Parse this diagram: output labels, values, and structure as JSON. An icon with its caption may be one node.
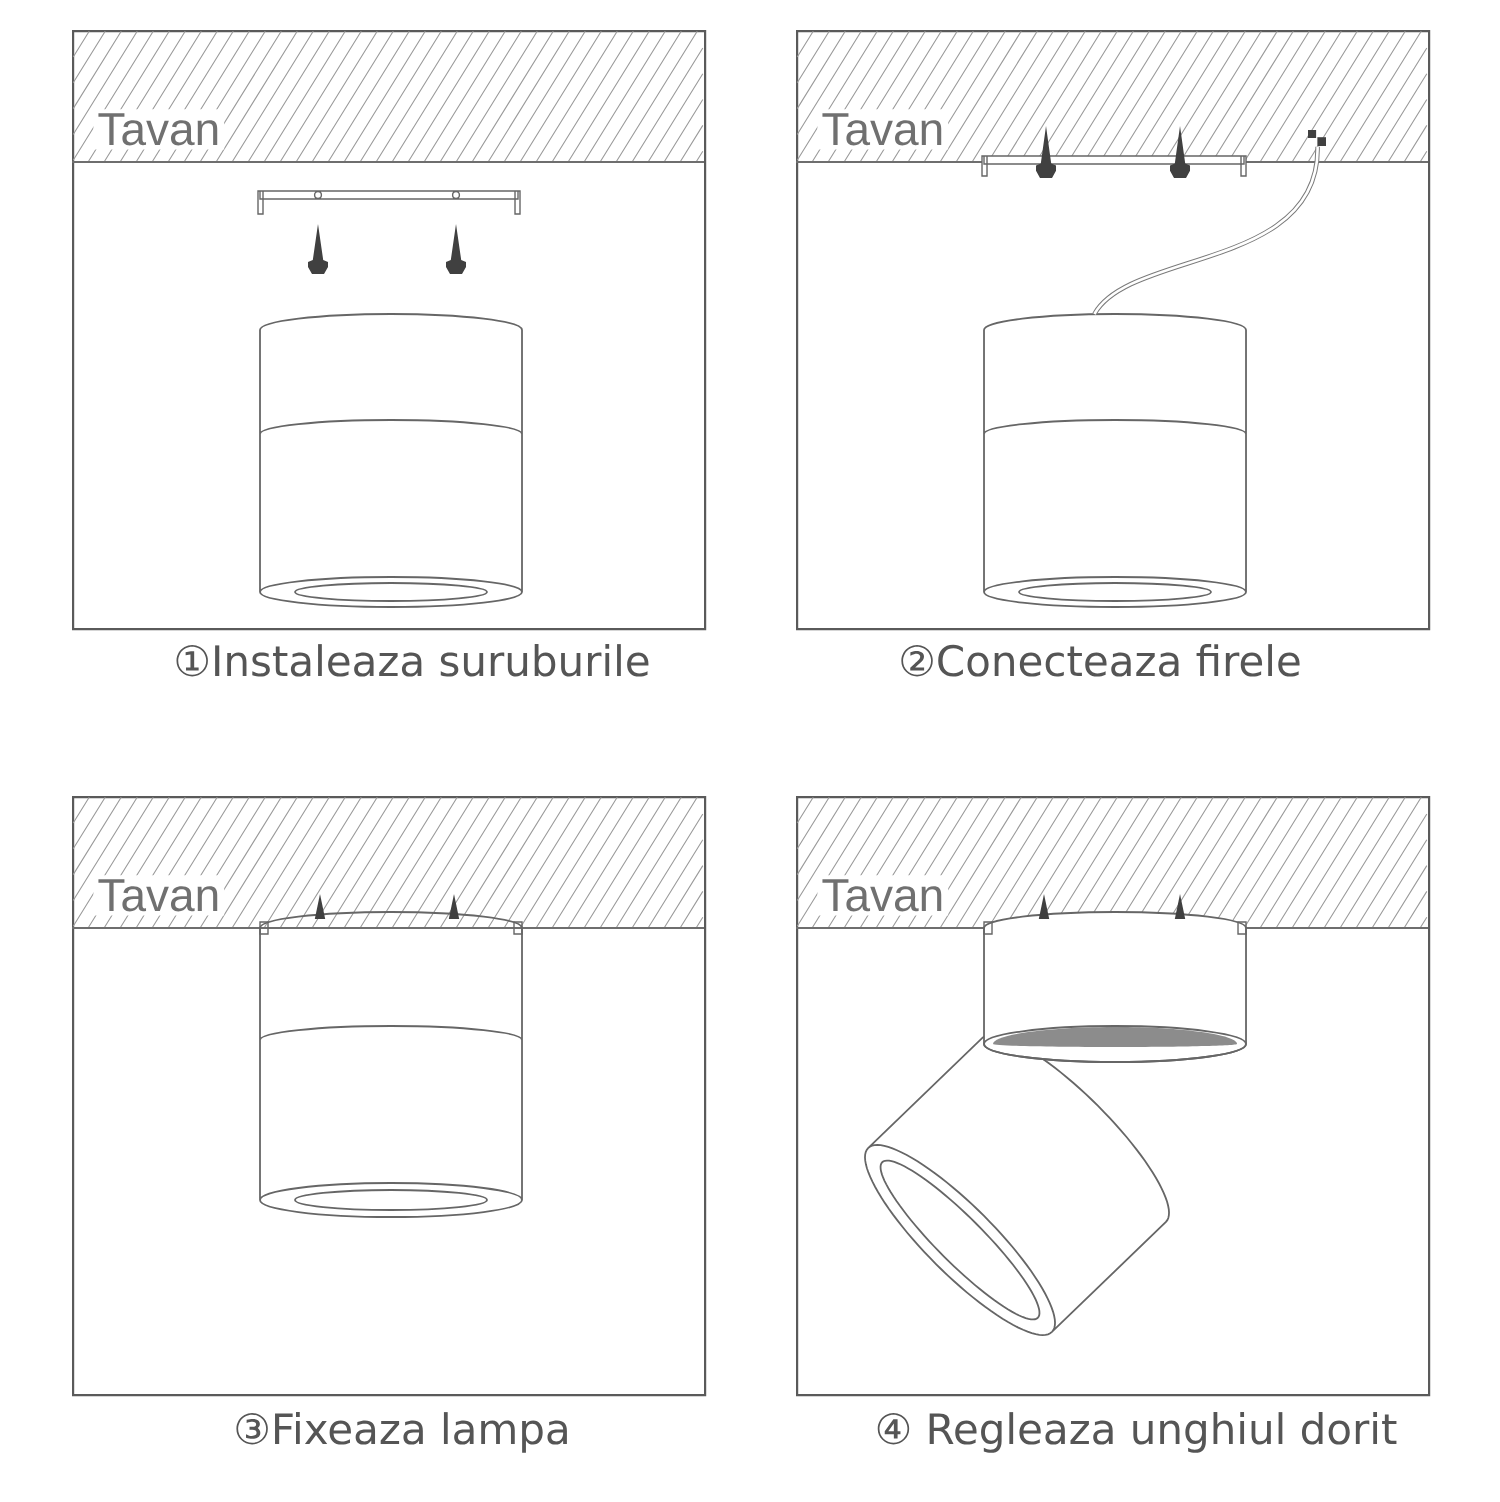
{
  "diagram": {
    "nodes": [
      {
        "text": [],
        "shape": "box",
        "beside": [
          "①Instaleaza suruburile"
        ]
      },
      {
        "text": [
          "Tavan"
        ],
        "in": 0
      },
      {
        "text": [],
        "shape": "box",
        "beside": [
          "②Conecteaza firele"
        ]
      },
      {
        "text": [
          "Tavan"
        ],
        "in": 2
      },
      {
        "text": [],
        "shape": "box",
        "in": 3
      },
      {
        "text": [],
        "shape": "cylinder",
        "in": 2
      },
      {
        "text": [],
        "shape": "box",
        "beside": [
          "③Fixeaza lampa"
        ]
      },
      {
        "text": [
          "Tavan"
        ],
        "in": 6
      },
      {
        "text": [],
        "shape": "box",
        "beside": [
          "④ Regleaza unghiul dorit"
        ]
      },
      {
        "text": [
          "Tavan"
        ],
        "in": 8
      }
    ],
    "edges": [
      {
        "from": 5,
        "to": 4,
        "arrow": "none"
      }
    ]
  }
}
